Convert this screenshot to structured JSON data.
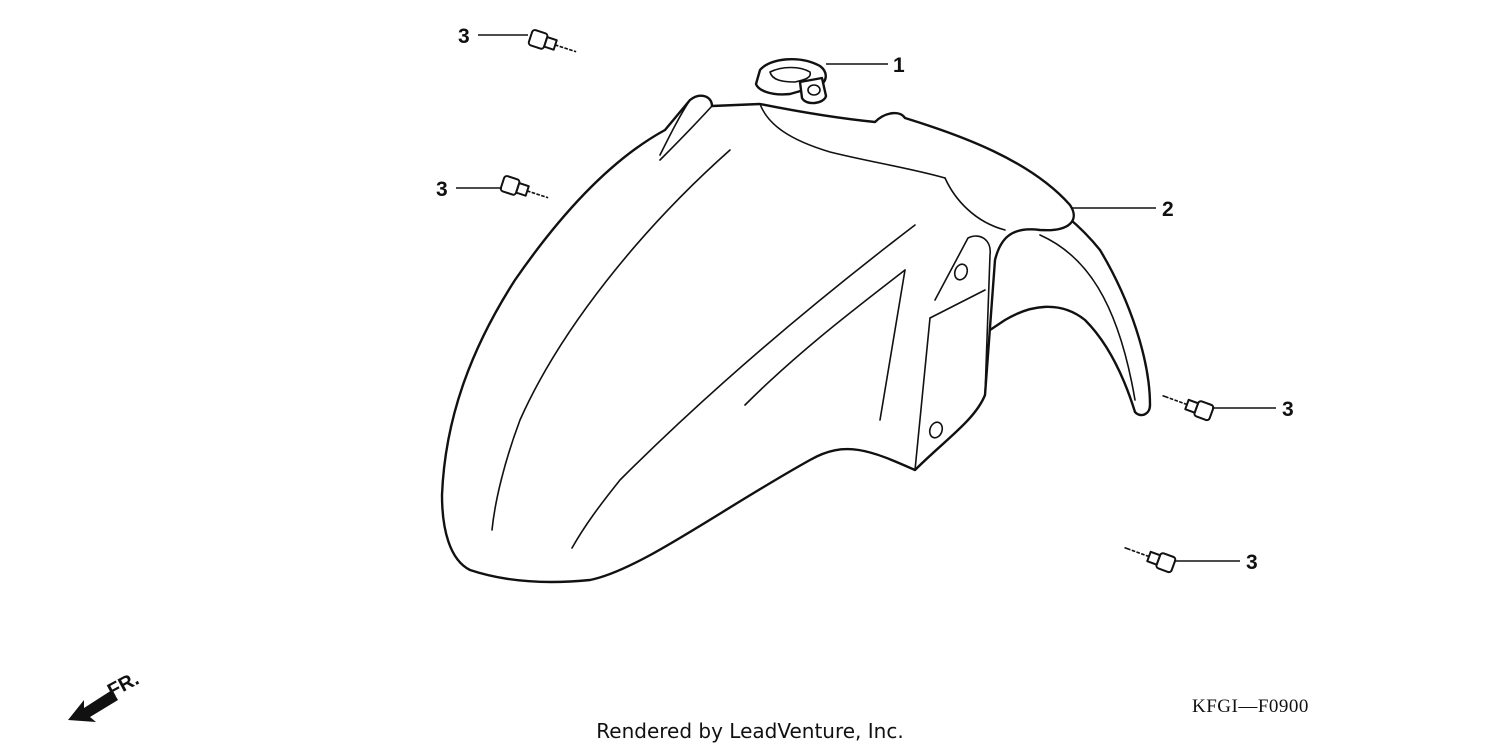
{
  "callouts": {
    "part_1": "1",
    "part_2": "2",
    "part_3": "3"
  },
  "direction_label": "FR.",
  "diagram_code": "KFGI—F0900",
  "footer": "Rendered by LeadVenture, Inc.",
  "icons": {
    "front_arrow": "front-direction-arrow-icon"
  },
  "colors": {
    "line": "#111111",
    "background": "#ffffff"
  }
}
